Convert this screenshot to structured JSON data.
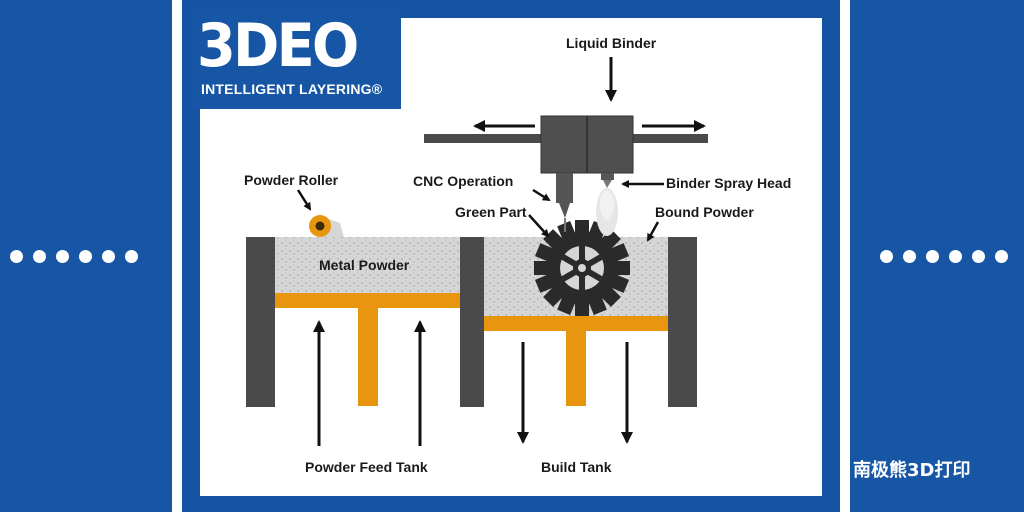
{
  "logo": {
    "main": "3DEO",
    "subtitle": "INTELLIGENT LAYERING®"
  },
  "labels": {
    "liquid_binder": "Liquid Binder",
    "powder_roller": "Powder Roller",
    "cnc_operation": "CNC Operation",
    "binder_spray_head": "Binder Spray Head",
    "green_part": "Green Part",
    "bound_powder": "Bound Powder",
    "metal_powder": "Metal Powder",
    "powder_feed_tank": "Powder Feed Tank",
    "build_tank": "Build Tank"
  },
  "watermark": "南极熊3D打印",
  "colors": {
    "brand_blue": "#1656a5",
    "wall_gray": "#4a4a4a",
    "piston_orange": "#e8960f",
    "powder_gray": "#d9d9d9"
  },
  "icons": [
    "roller-icon",
    "gear-icon",
    "arrow-icon",
    "spray-head-icon",
    "dot-icon"
  ]
}
